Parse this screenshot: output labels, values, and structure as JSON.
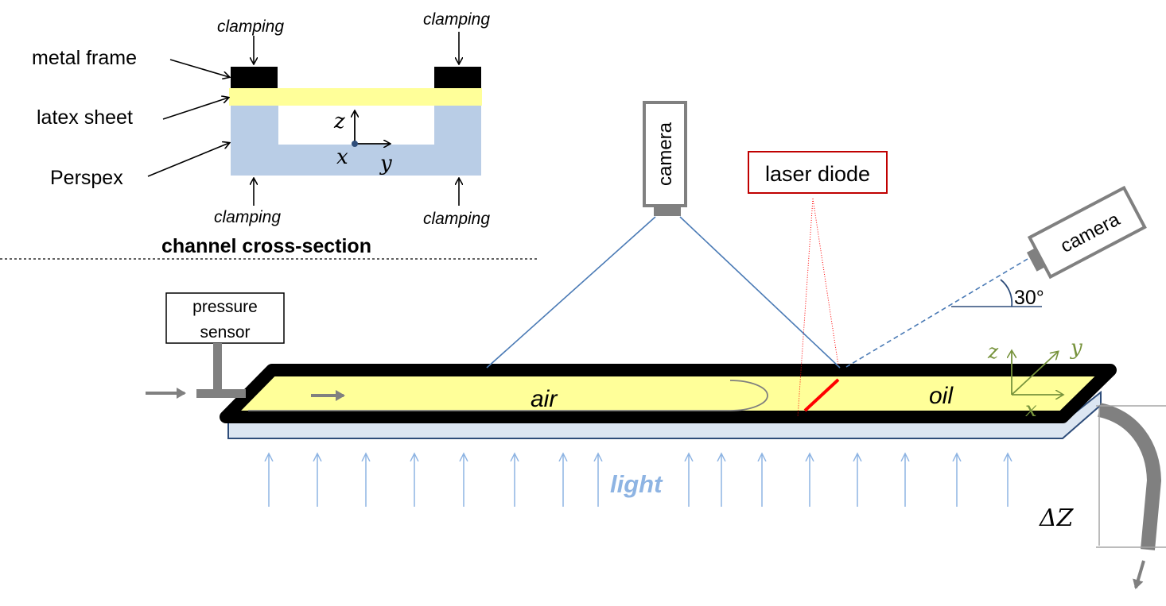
{
  "cross_section": {
    "title": "channel cross-section",
    "labels": {
      "metal_frame": "metal frame",
      "latex_sheet": "latex sheet",
      "perspex": "Perspex"
    },
    "clamping": {
      "top_left": "clamping",
      "top_right": "clamping",
      "bottom_left": "clamping",
      "bottom_right": "clamping"
    },
    "axes": {
      "z": "z",
      "x": "x",
      "y": "y"
    }
  },
  "setup": {
    "top_camera": "camera",
    "side_camera": "camera",
    "angle": "30°",
    "laser": "laser diode",
    "pressure_sensor_line1": "pressure",
    "pressure_sensor_line2": "sensor",
    "air": "air",
    "oil": "oil",
    "light": "light",
    "delta_z": "ΔZ",
    "axes": {
      "z": "z",
      "y": "y",
      "x": "x"
    }
  },
  "colors": {
    "latex": "#ffff99",
    "perspex": "#b9cde6",
    "camera_stroke": "#7f7f7f",
    "laser": "#ff0000",
    "laser_box": "#c00000",
    "ray": "#4a7ab5",
    "light": "#8eb4e3",
    "axes_green": "#77933c",
    "tube": "#808080"
  }
}
